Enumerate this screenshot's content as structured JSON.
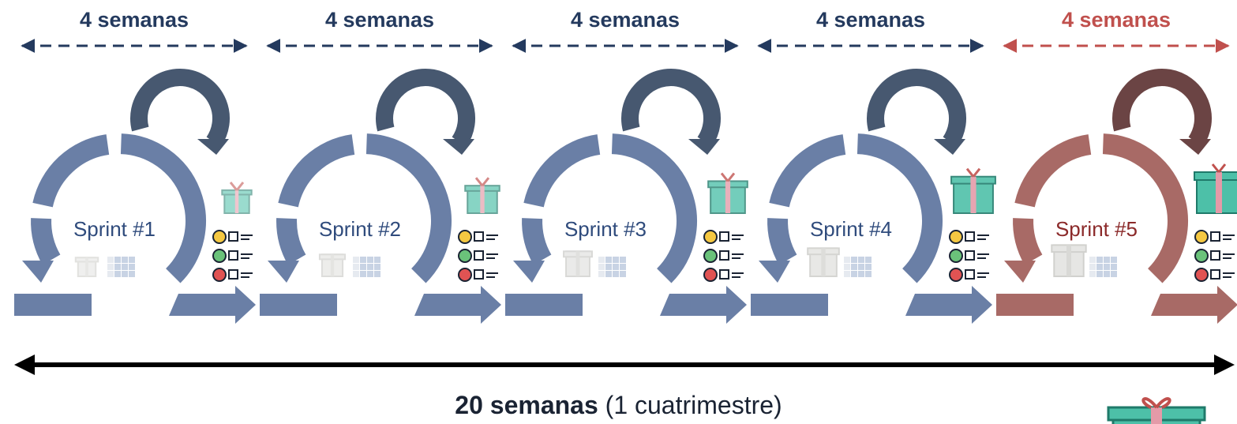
{
  "sprints": [
    {
      "label": "Sprint #1",
      "duration": "4 semanas",
      "color": "#6a7fa6",
      "arrow_color": "#475870",
      "gift_level": 0.2,
      "highlight": false
    },
    {
      "label": "Sprint #2",
      "duration": "4 semanas",
      "color": "#6a7fa6",
      "arrow_color": "#475870",
      "gift_level": 0.4,
      "highlight": false
    },
    {
      "label": "Sprint #3",
      "duration": "4 semanas",
      "color": "#6a7fa6",
      "arrow_color": "#475870",
      "gift_level": 0.6,
      "highlight": false
    },
    {
      "label": "Sprint #4",
      "duration": "4 semanas",
      "color": "#6a7fa6",
      "arrow_color": "#475870",
      "gift_level": 0.8,
      "highlight": false
    },
    {
      "label": "Sprint #5",
      "duration": "4 semanas",
      "color": "#a86a66",
      "arrow_color": "#6b4444",
      "gift_level": 1.0,
      "highlight": true
    }
  ],
  "total": {
    "bold": "20 semanas",
    "rest": " (1 cuatrimestre)"
  },
  "icons": {
    "cycle": "circular-arrow-icon",
    "increment": "gift-icon",
    "backlog": "grid-icon",
    "feedback": "smiley-checklist-icon"
  },
  "colors": {
    "gift_teal": "#4dc0a8",
    "gift_ribbon": "#e49aa8",
    "happy": "#f5c842",
    "neutral": "#6ac27a",
    "sad": "#e05353",
    "dark": "#1a2333"
  }
}
